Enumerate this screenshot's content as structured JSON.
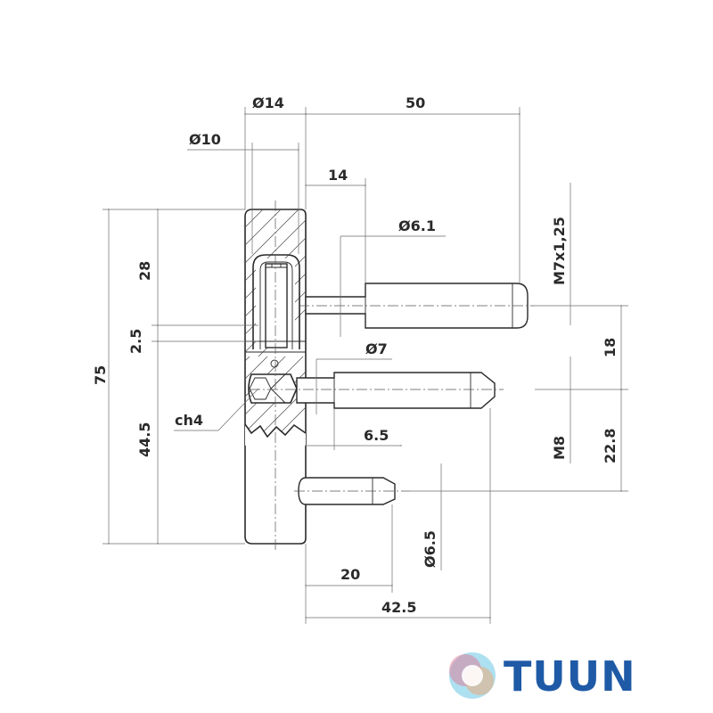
{
  "diagram": {
    "dimensions": {
      "d14": "Ø14",
      "d50": "50",
      "d10": "Ø10",
      "d14b": "14",
      "d61": "Ø6.1",
      "m7": "M7x1,25",
      "d28": "28",
      "d25": "2.5",
      "d75": "75",
      "d7": "Ø7",
      "d18": "18",
      "ch4": "ch4",
      "d65b": "6.5",
      "m8": "M8",
      "d228": "22.8",
      "d445": "44.5",
      "d65": "Ø6.5",
      "d20": "20",
      "d425": "42.5"
    }
  },
  "logo": {
    "text": "TUUN",
    "colors": {
      "blue": "#1f5aa6",
      "orange": "#f2a36b",
      "pink": "#e36d8c",
      "cyan": "#69c6e6"
    }
  }
}
